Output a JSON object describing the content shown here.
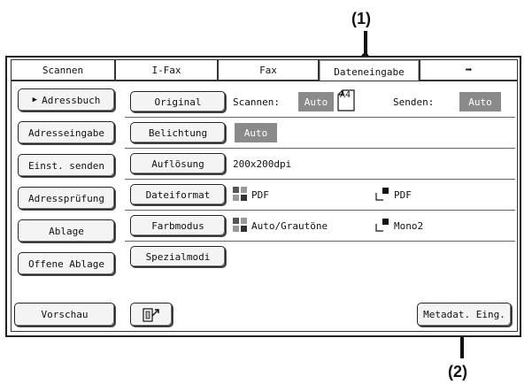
{
  "callouts": {
    "one": "(1)",
    "two": "(2)"
  },
  "tabs": [
    {
      "label": "Scannen"
    },
    {
      "label": "I-Fax"
    },
    {
      "label": "Fax"
    },
    {
      "label": "Dateneingabe"
    },
    {
      "label": "➡"
    }
  ],
  "sidebar": {
    "items": [
      {
        "label": "Adressbuch"
      },
      {
        "label": "Adresseingabe"
      },
      {
        "label": "Einst. senden"
      },
      {
        "label": "Adressprüfung"
      },
      {
        "label": "Ablage"
      },
      {
        "label": "Offene Ablage"
      },
      {
        "label": "Vorschau"
      }
    ]
  },
  "settings": {
    "original": {
      "label": "Original",
      "scan_label": "Scannen:",
      "scan_value": "Auto",
      "paper": "A4",
      "send_label": "Senden:",
      "send_value": "Auto"
    },
    "exposure": {
      "label": "Belichtung",
      "value": "Auto"
    },
    "resolution": {
      "label": "Auflösung",
      "value": "200x200dpi"
    },
    "fileformat": {
      "label": "Dateiformat",
      "color_value": "PDF",
      "mono_value": "PDF"
    },
    "colormode": {
      "label": "Farbmodus",
      "color_value": "Auto/Grautöne",
      "mono_value": "Mono2"
    },
    "special": {
      "label": "Spezialmodi"
    }
  },
  "footer": {
    "metadata_label": "Metadat. Eing."
  },
  "icons": {
    "send_settings": "quick-file-icon",
    "color": "color-grid-icon",
    "mono": "mono-square-icon"
  },
  "colors": {
    "badge": "#8a8a8a",
    "border": "#222222"
  }
}
